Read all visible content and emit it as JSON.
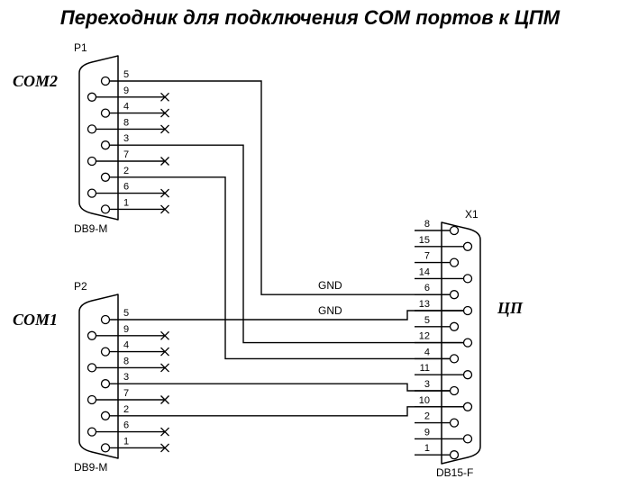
{
  "title": "Переходник для подключения COM портов к ЦПМ",
  "colors": {
    "line": "#000000",
    "background": "#ffffff"
  },
  "connectors": [
    {
      "id": "P1",
      "designator": "P1",
      "port_label": "COM2",
      "type_label": "DB9-M",
      "pins": [
        {
          "num": "5",
          "connected": true
        },
        {
          "num": "9",
          "connected": false
        },
        {
          "num": "4",
          "connected": false
        },
        {
          "num": "8",
          "connected": false
        },
        {
          "num": "3",
          "connected": true
        },
        {
          "num": "7",
          "connected": false
        },
        {
          "num": "2",
          "connected": true
        },
        {
          "num": "6",
          "connected": false
        },
        {
          "num": "1",
          "connected": false
        }
      ]
    },
    {
      "id": "P2",
      "designator": "P2",
      "port_label": "COM1",
      "type_label": "DB9-M",
      "pins": [
        {
          "num": "5",
          "connected": true
        },
        {
          "num": "9",
          "connected": false
        },
        {
          "num": "4",
          "connected": false
        },
        {
          "num": "8",
          "connected": false
        },
        {
          "num": "3",
          "connected": true
        },
        {
          "num": "7",
          "connected": false
        },
        {
          "num": "2",
          "connected": true
        },
        {
          "num": "6",
          "connected": false
        },
        {
          "num": "1",
          "connected": false
        }
      ]
    },
    {
      "id": "X1",
      "designator": "X1",
      "port_label": "ЦП",
      "type_label": "DB15-F",
      "pins": [
        {
          "num": "8",
          "connected": false
        },
        {
          "num": "15",
          "connected": false
        },
        {
          "num": "7",
          "connected": false
        },
        {
          "num": "14",
          "connected": false
        },
        {
          "num": "6",
          "connected": true
        },
        {
          "num": "13",
          "connected": true
        },
        {
          "num": "5",
          "connected": false
        },
        {
          "num": "12",
          "connected": true
        },
        {
          "num": "4",
          "connected": true
        },
        {
          "num": "11",
          "connected": false
        },
        {
          "num": "3",
          "connected": true
        },
        {
          "num": "10",
          "connected": true
        },
        {
          "num": "2",
          "connected": false
        },
        {
          "num": "9",
          "connected": false
        },
        {
          "num": "1",
          "connected": false
        }
      ]
    }
  ],
  "connections": [
    {
      "from": "P1.5",
      "to": "X1.6",
      "label": "GND"
    },
    {
      "from": "P1.3",
      "to": "X1.12",
      "label": ""
    },
    {
      "from": "P1.2",
      "to": "X1.4",
      "label": ""
    },
    {
      "from": "P2.5",
      "to": "X1.13",
      "label": "GND"
    },
    {
      "from": "P2.3",
      "to": "X1.3",
      "label": ""
    },
    {
      "from": "P2.2",
      "to": "X1.10",
      "label": ""
    }
  ]
}
